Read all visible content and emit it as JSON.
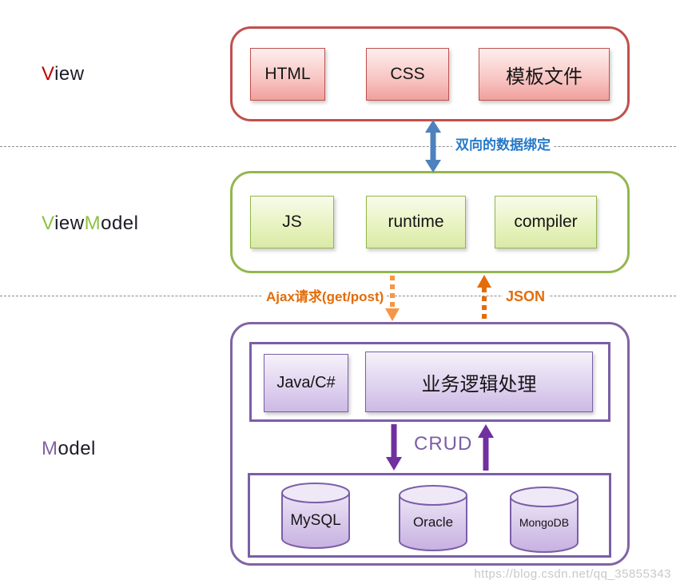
{
  "labels": {
    "view": {
      "p1": "V",
      "p2": "iew"
    },
    "viewmodel": {
      "p1": "V",
      "p2": "iew",
      "p3": "M",
      "p4": "odel"
    },
    "model": {
      "p1": "M",
      "p2": "odel"
    }
  },
  "view": {
    "boxes": [
      "HTML",
      "CSS",
      "模板文件"
    ]
  },
  "viewmodel": {
    "boxes": [
      "JS",
      "runtime",
      "compiler"
    ]
  },
  "model": {
    "boxes": [
      "Java/C#",
      "业务逻辑处理"
    ],
    "crud_label": "CRUD",
    "databases": [
      "MySQL",
      "Oracle",
      "MongoDB"
    ]
  },
  "arrows": {
    "binding_label": "双向的数据绑定",
    "ajax_label": "Ajax请求(get/post)",
    "json_label": "JSON"
  },
  "colors": {
    "view_border": "#c0504d",
    "viewmodel_border": "#94b64e",
    "model_border": "#8064a2",
    "binding_arrow": "#4f81bd",
    "binding_text": "#2779c9",
    "ajax_arrow": "#f79646",
    "json_arrow": "#e36c09",
    "crud_arrow": "#7030a0",
    "crud_text": "#7b5ea7"
  },
  "watermark": "https://blog.csdn.net/qq_35855343"
}
